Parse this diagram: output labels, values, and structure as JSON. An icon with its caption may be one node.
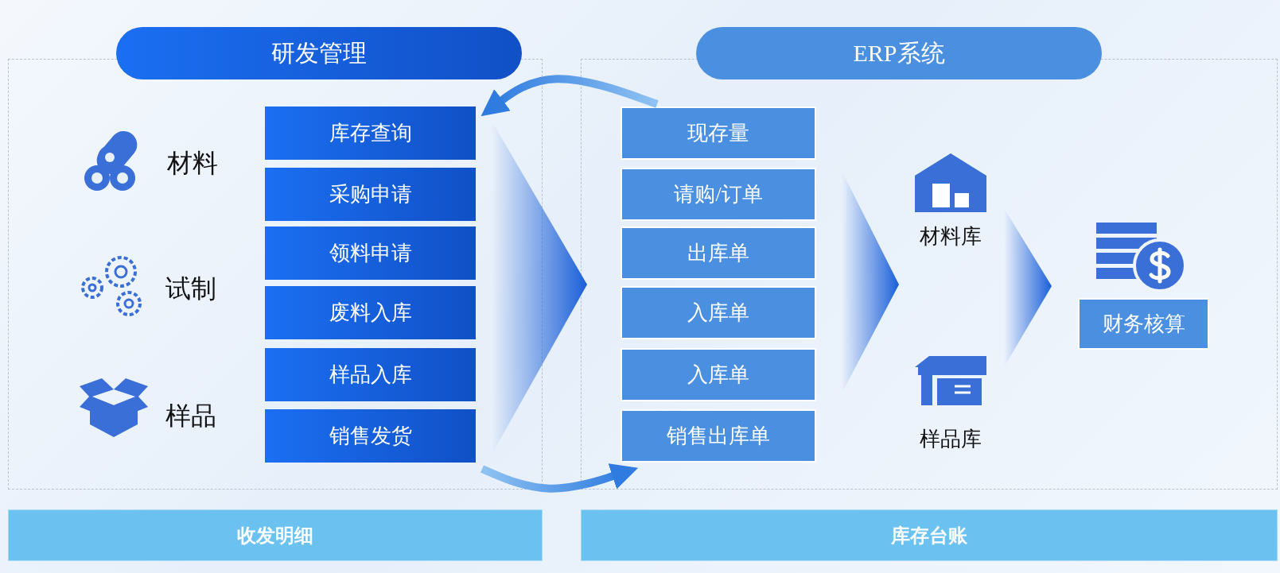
{
  "diagram": {
    "nodes": [
      {
        "text": [
          "研发管理"
        ]
      },
      {
        "text": [
          "材料"
        ],
        "in": 0
      },
      {
        "text": [
          "试制"
        ],
        "in": 0
      },
      {
        "text": [
          "样品"
        ],
        "in": 0
      },
      {
        "text": [
          "库存查询"
        ],
        "in": 0
      },
      {
        "text": [
          "采购申请"
        ],
        "in": 0
      },
      {
        "text": [
          "领料申请"
        ],
        "in": 0
      },
      {
        "text": [
          "废料入库"
        ],
        "in": 0
      },
      {
        "text": [
          "样品入库"
        ],
        "in": 0
      },
      {
        "text": [
          "销售发货"
        ],
        "in": 0
      },
      {
        "text": [
          "ERP系统"
        ]
      },
      {
        "text": [
          "现存量"
        ],
        "in": 10
      },
      {
        "text": [
          "请购/订单"
        ],
        "in": 10
      },
      {
        "text": [
          "出库单"
        ],
        "in": 10
      },
      {
        "text": [
          "入库单"
        ],
        "in": 10
      },
      {
        "text": [
          "入库单"
        ],
        "in": 10
      },
      {
        "text": [
          "销售出库单"
        ],
        "in": 10
      },
      {
        "text": [
          "材料库"
        ],
        "in": 10
      },
      {
        "text": [
          "样品库"
        ],
        "in": 10
      },
      {
        "text": [
          "财务核算"
        ],
        "in": 10
      },
      {
        "text": [
          "收发明细"
        ]
      },
      {
        "text": [
          "库存台账"
        ]
      }
    ],
    "edges": [
      {
        "from": 11,
        "to": 4,
        "arrow": "to"
      },
      {
        "from": 9,
        "to": 16,
        "arrow": "to"
      }
    ]
  }
}
